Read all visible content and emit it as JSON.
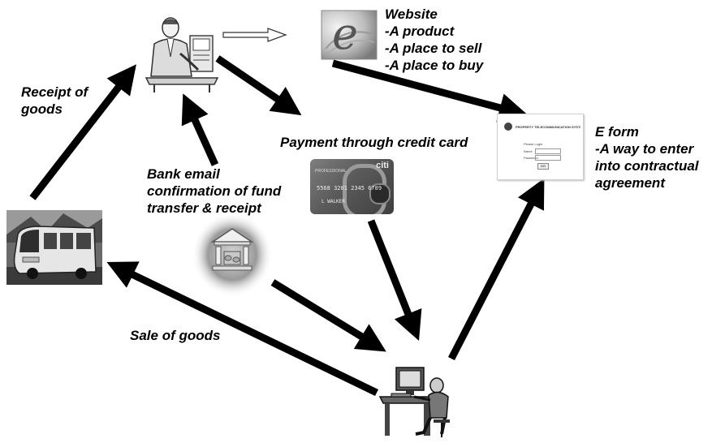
{
  "labels": {
    "website": {
      "title": "Website",
      "lines": [
        "-A product",
        "-A place to sell",
        "-A place to buy"
      ]
    },
    "receipt_of_goods": [
      "Receipt of",
      "goods"
    ],
    "payment": "Payment  through credit card",
    "bank_email": [
      "Bank email",
      "confirmation of fund",
      "transfer & receipt"
    ],
    "eform": {
      "title": "E form",
      "lines": [
        "-A way to enter",
        "into contractual",
        "agreement"
      ]
    },
    "sale_of_goods": "Sale of goods"
  },
  "card": {
    "brand": "citi",
    "tier": "PROFESSIONAL",
    "number": "5568 3201 2345 6789",
    "name": "L WALKER"
  },
  "eform_window": {
    "heading": "PROPERTY TELECOMMUNICATION SYSTEMS (PTS)",
    "login_label": "Please Login",
    "name_label": "Name",
    "password_label": "Password",
    "button_label": "GO"
  },
  "website_logo_letter": "e",
  "colors": {
    "arrow": "#000000",
    "text": "#000000",
    "photo_dark": "#333333"
  }
}
